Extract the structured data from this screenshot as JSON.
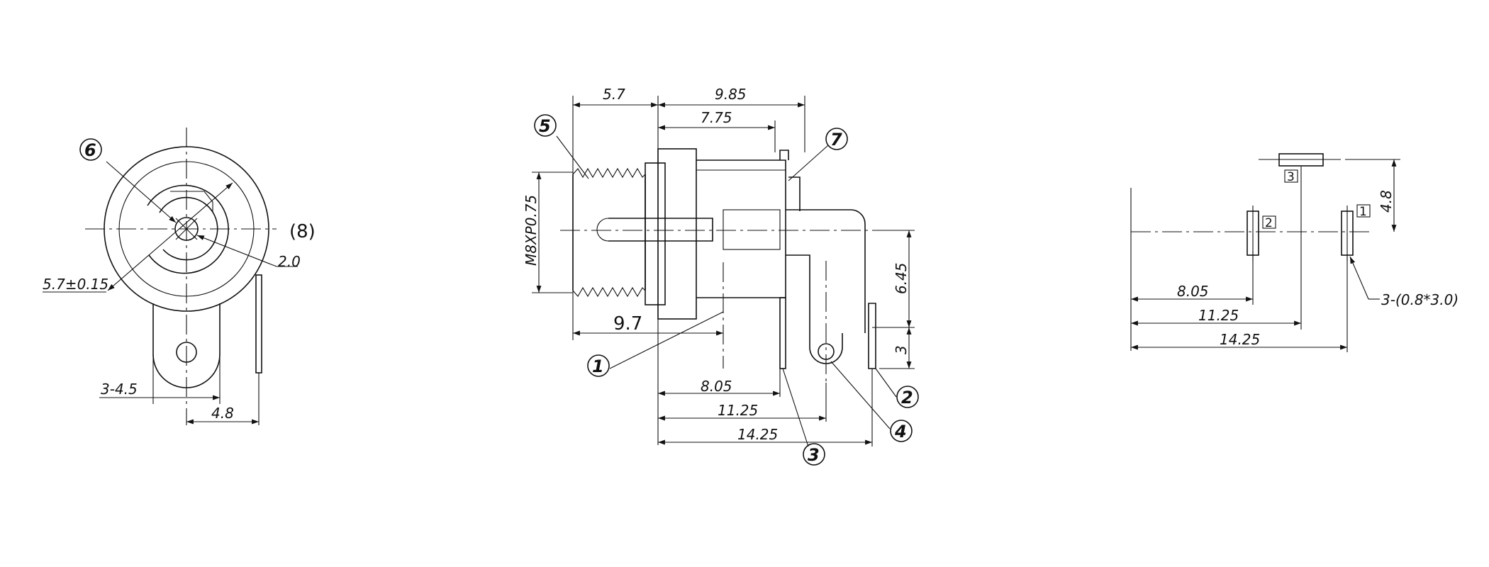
{
  "front_view": {
    "dim_outer_paren": "(8)",
    "dim_pin": "2.0",
    "dim_bore": "5.7±0.15",
    "dim_tab": "3-4.5",
    "dim_offset": "4.8",
    "callout_6": "6"
  },
  "side_view": {
    "dim_top_left": "5.7",
    "dim_top_right": "9.85",
    "dim_inner_top": "7.75",
    "dim_thread": "M8XP0.75",
    "dim_body_len": "9.7",
    "dim_pin_a": "8.05",
    "dim_pin_b": "11.25",
    "dim_pin_c": "14.25",
    "dim_height": "6.45",
    "dim_pin_h": "3",
    "callout_1": "1",
    "callout_2": "2",
    "callout_3": "3",
    "callout_4": "4",
    "callout_5": "5",
    "callout_7": "7"
  },
  "footprint": {
    "pin_label_1": "1",
    "pin_label_2": "2",
    "pin_label_3": "3",
    "dim_vertical": "4.8",
    "dim_slot": "3-(0.8*3.0)",
    "dim_a": "8.05",
    "dim_b": "11.25",
    "dim_c": "14.25"
  }
}
